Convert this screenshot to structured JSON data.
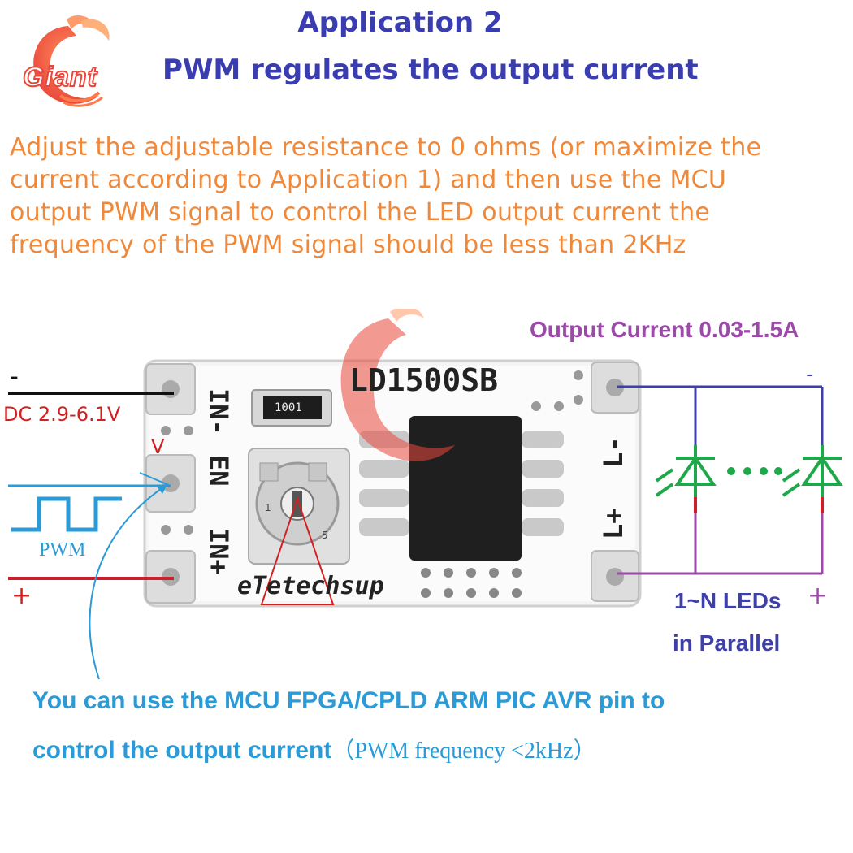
{
  "brand": {
    "logo_text": "Giant",
    "accent_color": "#e8473a"
  },
  "header": {
    "title": "Application 2",
    "subtitle": "PWM regulates the output current"
  },
  "description": {
    "lines": [
      "Adjust the adjustable resistance to 0 ohms (or maximize the",
      "current according to Application 1) and then use the MCU",
      "output PWM signal to control the LED output current the",
      "frequency of the PWM signal should be less than 2KHz"
    ]
  },
  "left_side": {
    "minus": "-",
    "dc_label": "DC 2.9-6.1V",
    "v_label": "V",
    "pwm_label": "PWM",
    "plus": "+"
  },
  "board": {
    "model": "LD1500SB",
    "resistor_code": "1001",
    "pin_in_minus": "IN-",
    "pin_en": "EN",
    "pin_in_plus": "IN+",
    "pin_l_minus": "L-",
    "pin_l_plus": "L+",
    "maker": "eTetechsup",
    "pot_numbers": [
      "1",
      "5"
    ]
  },
  "right_side": {
    "output_current": "Output Current 0.03-1.5A",
    "minus": "-",
    "plus": "+",
    "leds_line1": "1~N LEDs",
    "leds_line2": "in Parallel"
  },
  "footer": {
    "line1": "You can use the MCU FPGA/CPLD ARM PIC AVR  pin to",
    "line2": "control the output current",
    "line2_note": "（PWM frequency <2kHz）"
  }
}
